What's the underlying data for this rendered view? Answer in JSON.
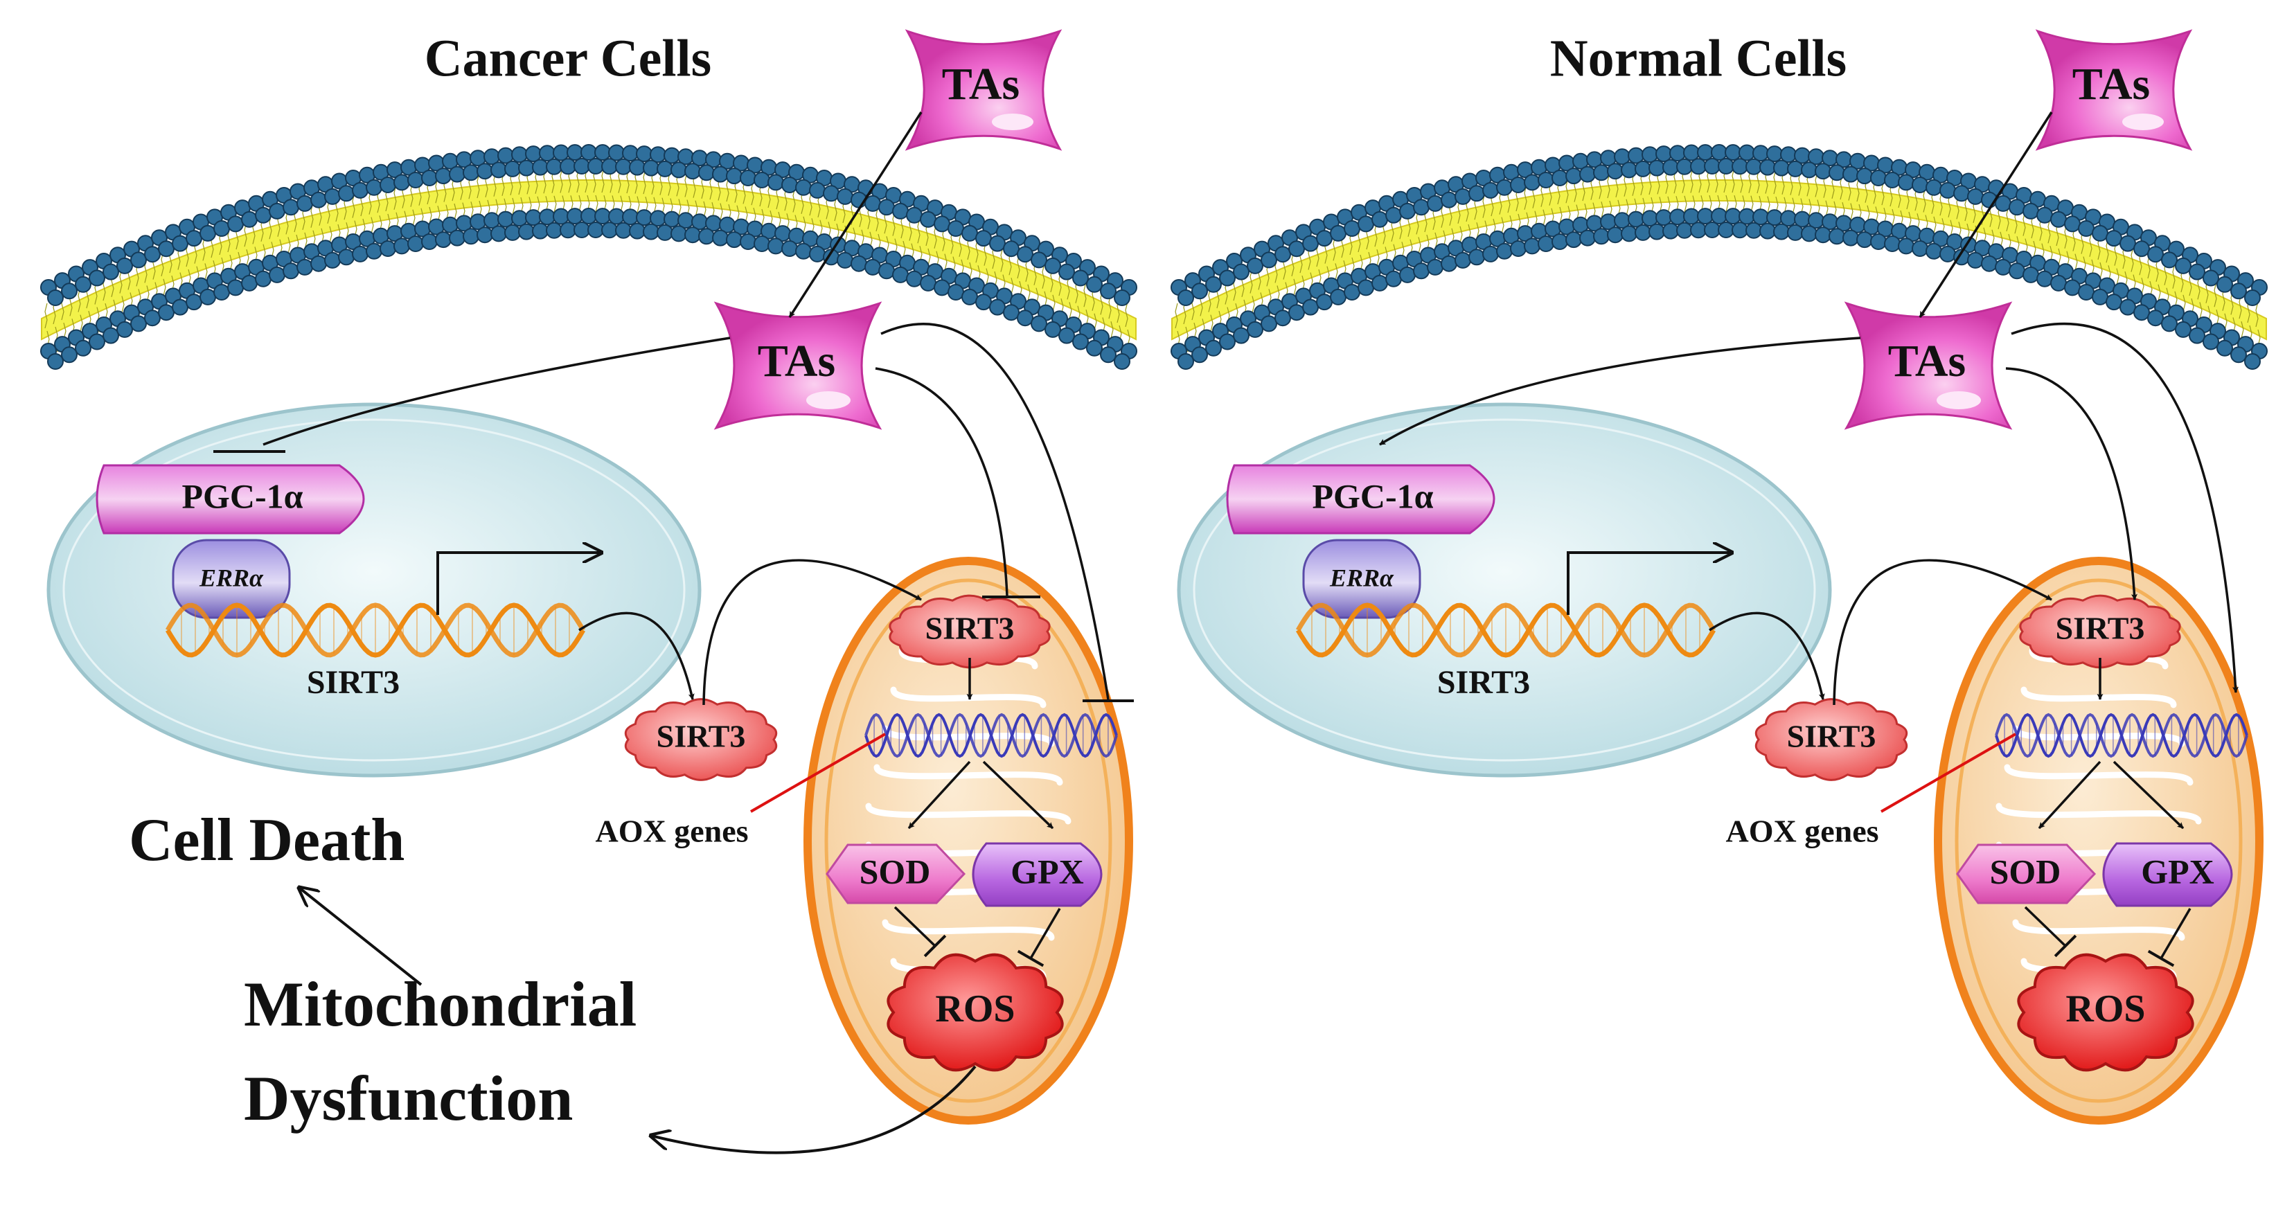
{
  "panels": [
    {
      "id": "cancer",
      "title": "Cancer Cells",
      "tas_outside": "TAs",
      "tas_inside": "TAs",
      "pgc": "PGC-1α",
      "err": "ERRα",
      "dna_label": "SIRT3",
      "sirt3_cytosol": "SIRT3",
      "sirt3_mito": "SIRT3",
      "aox": "AOX genes",
      "sod": "SOD",
      "gpx": "GPX",
      "ros": "ROS"
    },
    {
      "id": "normal",
      "title": "Normal Cells",
      "tas_outside": "TAs",
      "tas_inside": "TAs",
      "pgc": "PGC-1α",
      "err": "ERRα",
      "dna_label": "SIRT3",
      "sirt3_cytosol": "SIRT3",
      "sirt3_mito": "SIRT3",
      "aox": "AOX genes",
      "sod": "SOD",
      "gpx": "GPX",
      "ros": "ROS"
    }
  ],
  "outcomes": {
    "cell_death": "Cell Death",
    "mito_line1": "Mitochondrial",
    "mito_line2": "Dysfunction"
  },
  "colors": {
    "membrane_bead": "#2f6f9c",
    "membrane_core": "#f2f24a",
    "nucleus": "#cfe6ea",
    "mito_outer": "#f0821c",
    "mito_fill": "#f7d9a8",
    "tas": "#ee66cc",
    "pgc": "#dd44cc",
    "err": "#7b6cc4",
    "sirt3": "#ee4a4a",
    "sod": "#ee66bb",
    "gpx": "#b455dd",
    "ros": "#e52222",
    "dna_strand": "#f1a21b",
    "mtdna": "#3a3ab8",
    "aox_pointer": "#dd1111"
  }
}
